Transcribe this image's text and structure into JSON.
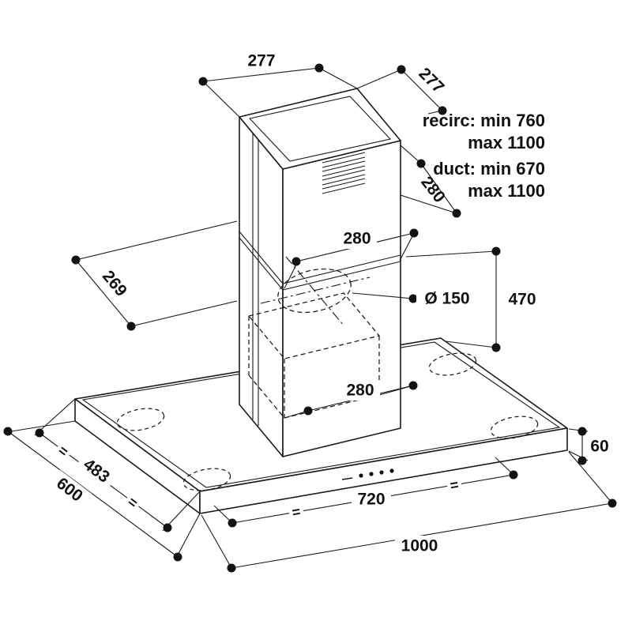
{
  "page": {
    "background": "#ffffff",
    "ink": "#1a1a1a"
  },
  "annotations": {
    "recirc": [
      "recirc: min 760",
      "max 1100"
    ],
    "duct": [
      "duct: min 670",
      "max 1100"
    ]
  },
  "dims": {
    "chimney_top_width": "277",
    "chimney_top_depth": "277",
    "upper_section_depth": "280",
    "chimney_width": "280",
    "left_offset": "269",
    "duct_diameter": "Ø 150",
    "lower_height": "470",
    "body_width": "280",
    "canopy_thickness": "60",
    "canopy_inner_depth": "483",
    "canopy_depth": "600",
    "canopy_inner_width": "720",
    "canopy_width": "1000"
  },
  "marks": {
    "equal": "="
  }
}
